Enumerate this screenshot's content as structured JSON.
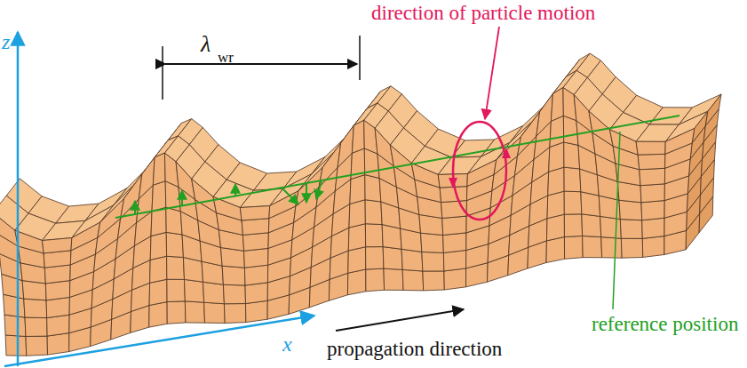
{
  "diagram": {
    "labels": [
      "λ",
      "wr",
      "direction of particle motion",
      "reference position",
      "propagation direction",
      "z",
      "x"
    ]
  }
}
